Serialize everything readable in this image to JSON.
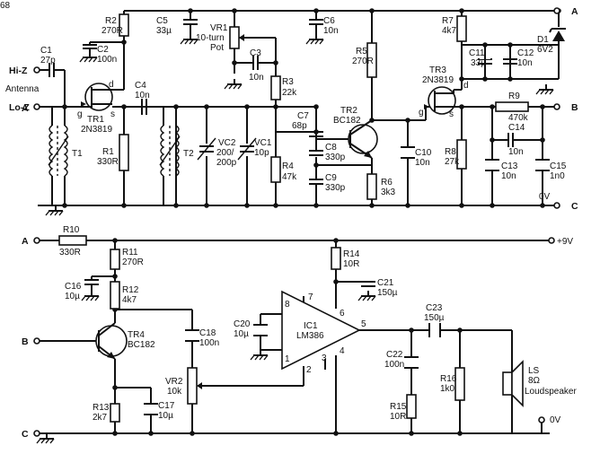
{
  "page_number": "68",
  "nodes": {
    "A": "A",
    "B": "B",
    "C": "C"
  },
  "supply": {
    "v9": "+9V",
    "zero": "0V"
  },
  "antenna": {
    "hiz": "Hi-Z",
    "loz": "Lo-Z",
    "label": "Antenna"
  },
  "components": {
    "C1": [
      "C1",
      "27p"
    ],
    "R2": [
      "R2",
      "270R"
    ],
    "C2": [
      "C2",
      "100n"
    ],
    "C5": [
      "C5",
      "33µ"
    ],
    "VR1": [
      "VR1",
      "10-turn",
      "Pot"
    ],
    "C3": [
      "C3",
      "10n"
    ],
    "C6": [
      "C6",
      "10n"
    ],
    "R3": [
      "R3",
      "22k"
    ],
    "TR1": [
      "TR1",
      "2N3819"
    ],
    "C4": [
      "C4",
      "10n"
    ],
    "R1": [
      "R1",
      "330R"
    ],
    "T1": "T1",
    "T2": "T2",
    "VC2": [
      "VC2",
      "200/",
      "200p"
    ],
    "VC1": [
      "VC1",
      "10p"
    ],
    "C7": [
      "C7",
      "68p"
    ],
    "TR2": [
      "TR2",
      "BC182"
    ],
    "C8": [
      "C8",
      "330p"
    ],
    "C9": [
      "C9",
      "330p"
    ],
    "R4": [
      "R4",
      "47k"
    ],
    "R5": [
      "R5",
      "270R"
    ],
    "R6": [
      "R6",
      "3k3"
    ],
    "C10": [
      "C10",
      "10n"
    ],
    "R7": [
      "R7",
      "4k7"
    ],
    "C11": [
      "C11",
      "33µ"
    ],
    "C12": [
      "C12",
      "10n"
    ],
    "D1": [
      "D1",
      "6V2"
    ],
    "TR3": [
      "TR3",
      "2N3819"
    ],
    "R9": [
      "R9",
      "470k"
    ],
    "C14": [
      "C14",
      "10n"
    ],
    "R8": [
      "R8",
      "27k"
    ],
    "C13": [
      "C13",
      "10n"
    ],
    "C15": [
      "C15",
      "1n0"
    ],
    "R10": [
      "R10",
      "330R"
    ],
    "R11": [
      "R11",
      "270R"
    ],
    "C16": [
      "C16",
      "10µ"
    ],
    "R12": [
      "R12",
      "4k7"
    ],
    "TR4": [
      "TR4",
      "BC182"
    ],
    "C18": [
      "C18",
      "100n"
    ],
    "VR2": [
      "VR2",
      "10k"
    ],
    "R13": [
      "R13",
      "2k7"
    ],
    "C17": [
      "C17",
      "10µ"
    ],
    "R14": [
      "R14",
      "10R"
    ],
    "C21": [
      "C21",
      "150µ"
    ],
    "C20": [
      "C20",
      "10µ"
    ],
    "IC1": [
      "IC1",
      "LM386"
    ],
    "C23": [
      "C23",
      "150µ"
    ],
    "C22": [
      "C22",
      "100n"
    ],
    "R15": [
      "R15",
      "10R"
    ],
    "R16": [
      "R16",
      "1k0"
    ],
    "LS": [
      "LS",
      "8Ω",
      "Loudspeaker"
    ]
  },
  "pins": {
    "d": "d",
    "g": "g",
    "s": "s",
    "p1": "1",
    "p2": "2",
    "p3": "3",
    "p4": "4",
    "p5": "5",
    "p6": "6",
    "p7": "7",
    "p8": "8"
  }
}
